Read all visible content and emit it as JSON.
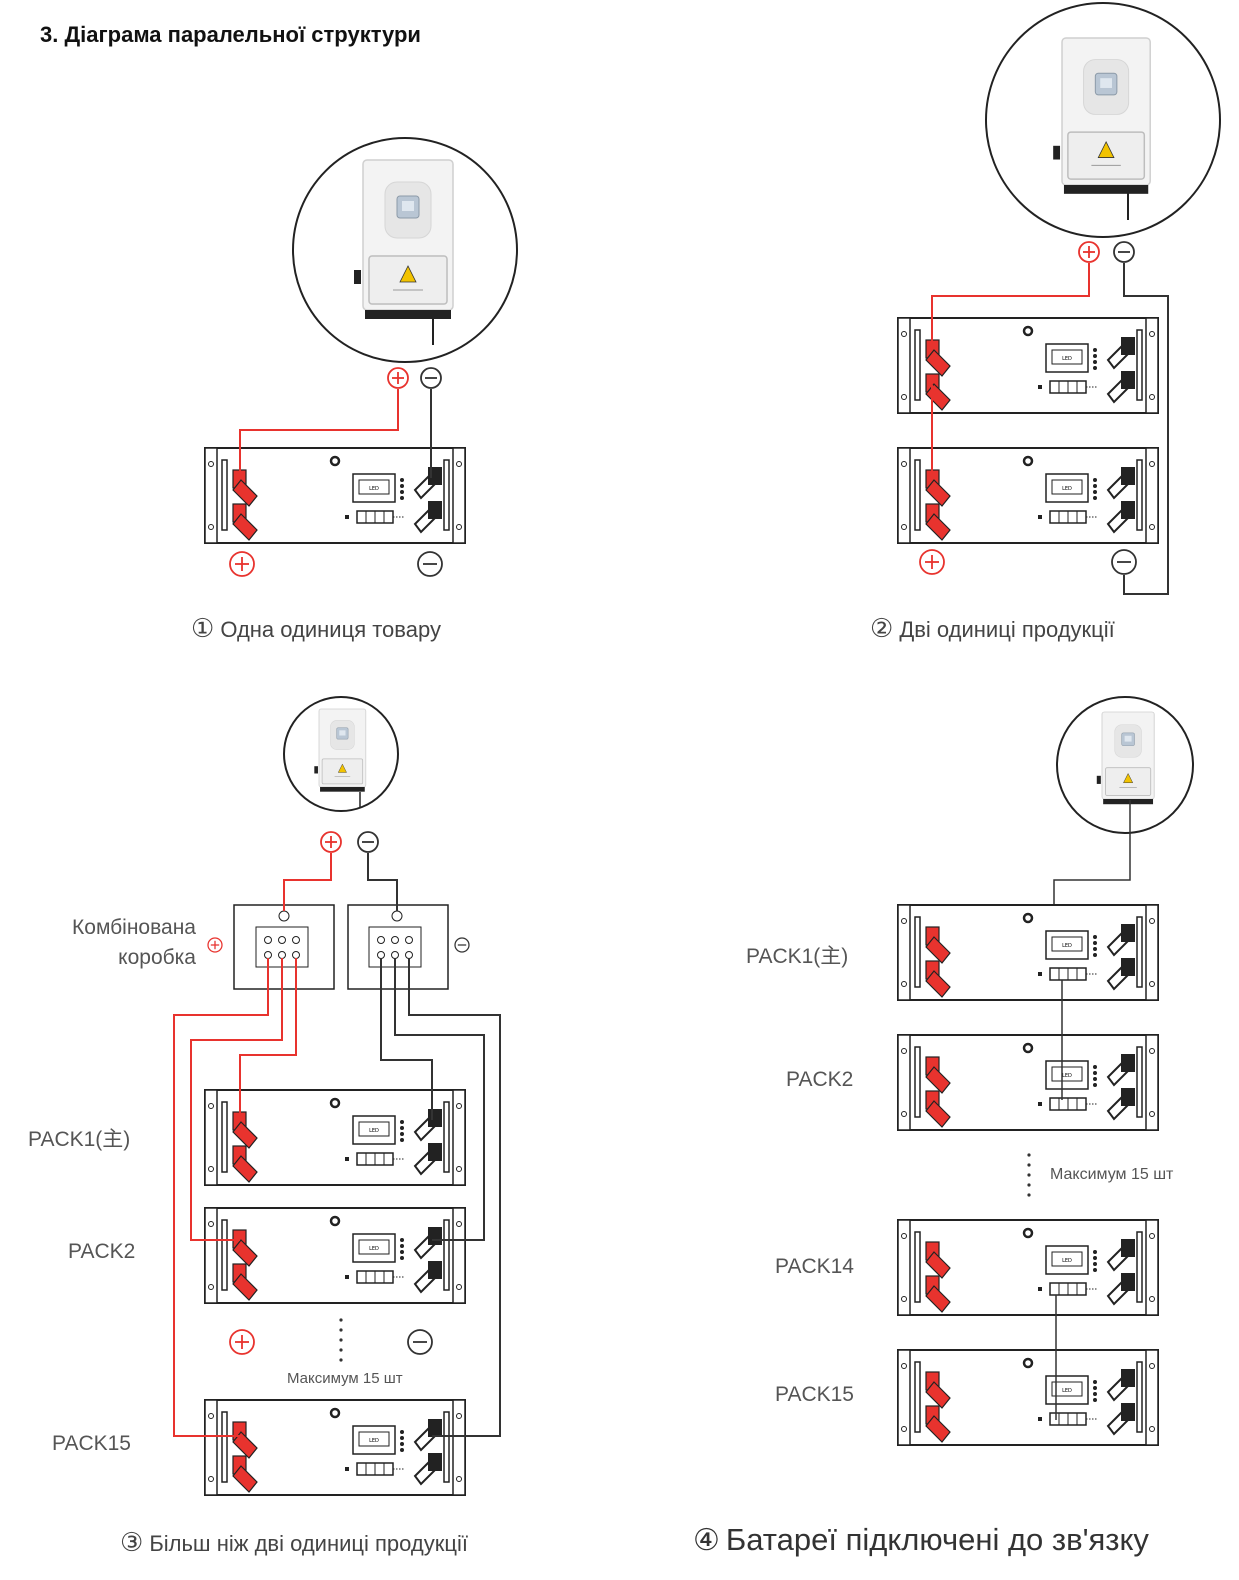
{
  "title": "3. Діаграма паралельної структури",
  "colors": {
    "positive": "#e8332e",
    "negative": "#333333"
  },
  "icons": [
    "inverter-icon",
    "battery-pack-icon",
    "plus-sign-icon",
    "minus-sign-icon"
  ],
  "captions": [
    {
      "num": "①",
      "text": "Одна одиниця товару"
    },
    {
      "num": "②",
      "text": "Дві одиниці продукції"
    },
    {
      "num": "③",
      "text": "Більш ніж дві одиниці продукції"
    },
    {
      "num": "④",
      "text": "Батареї підключені до зв'язку"
    }
  ],
  "d3": {
    "combo_label_line1": "Комбінована",
    "combo_label_line2": "коробка",
    "pack_labels": [
      "PACK1(主)",
      "PACK2",
      "PACK15"
    ],
    "max_label": "Максимум 15 шт"
  },
  "d4": {
    "pack_labels": [
      "PACK1(主)",
      "PACK2",
      "PACK14",
      "PACK15"
    ],
    "max_label": "Максимум 15 шт"
  },
  "battery_screen_text": "LED"
}
